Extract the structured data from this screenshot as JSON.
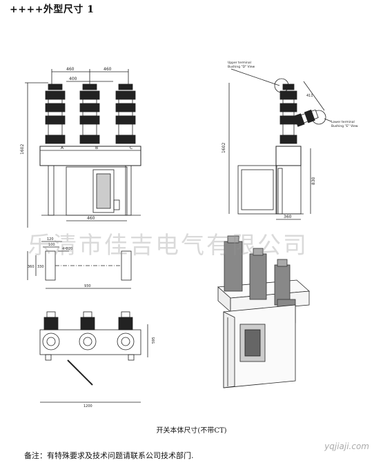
{
  "title": "++++外型尺寸 1",
  "caption": "开关本体尺寸(不带CT)",
  "note": "备注：有特殊要求及技术问题请联系公司技术部门.",
  "watermark": "乐清市佳吉电气有限公司",
  "site": "yqjiaji.com",
  "front_view": {
    "dim_top_outer": "460",
    "dim_top_outer2": "460",
    "dim_top_inner": "400",
    "dim_height": "1602",
    "dim_base": "460",
    "phase_a": "A",
    "phase_b": "B",
    "phase_c": "C"
  },
  "side_view": {
    "upper_terminal": "Upper terminal",
    "upper_terminal_sub": "Bushing \"D\" View",
    "lower_terminal": "Lower terminal",
    "lower_terminal_sub": "Bushing \"E\" View",
    "dim_angle": "411",
    "dim_height": "1602",
    "dim_body": "830",
    "dim_base": "360"
  },
  "plan_view": {
    "dim_360": "360",
    "dim_330": "330",
    "dim_120": "120",
    "dim_100": "100",
    "dim_hole": "4-Φ20",
    "dim_930": "930"
  },
  "bottom_view": {
    "dim_595": "595",
    "dim_1200": "1200"
  }
}
